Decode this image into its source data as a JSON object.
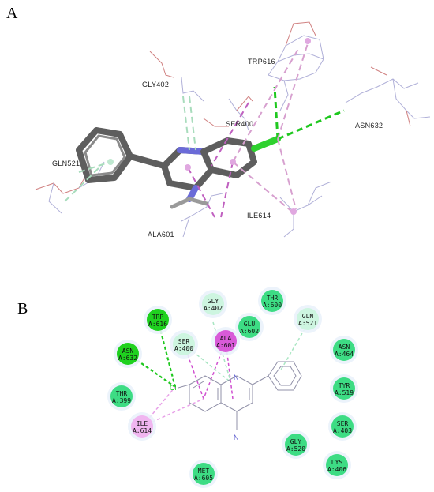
{
  "panel_a": {
    "letter": "A",
    "residues": [
      {
        "id": "gly402",
        "label": "GLY402"
      },
      {
        "id": "trp616",
        "label": "TRP616"
      },
      {
        "id": "ser400",
        "label": "SER400"
      },
      {
        "id": "asn632",
        "label": "ASN632"
      },
      {
        "id": "gln521",
        "label": "GLN521"
      },
      {
        "id": "ile614",
        "label": "ILE614"
      },
      {
        "id": "ala601",
        "label": "ALA601"
      }
    ]
  },
  "panel_b": {
    "letter": "B",
    "colors": {
      "vdw": "#3ddc84",
      "hbond": "#1fd11f",
      "carbon_h": "#cdf5e0",
      "pi_alkyl": "#f0b6f0",
      "pi_sigma": "#d85ad8"
    },
    "residues": [
      {
        "id": "trp616",
        "line1": "TRP",
        "line2": "A:616",
        "type": "hbond"
      },
      {
        "id": "gly402",
        "line1": "GLY",
        "line2": "A:402",
        "type": "carbon_h"
      },
      {
        "id": "thr600",
        "line1": "THR",
        "line2": "A:600",
        "type": "vdw"
      },
      {
        "id": "gln521",
        "line1": "GLN",
        "line2": "A:521",
        "type": "carbon_h"
      },
      {
        "id": "glu602",
        "line1": "GLU",
        "line2": "A:602",
        "type": "vdw"
      },
      {
        "id": "ser400",
        "line1": "SER",
        "line2": "A:400",
        "type": "carbon_h"
      },
      {
        "id": "ala601",
        "line1": "ALA",
        "line2": "A:601",
        "type": "pi_sigma"
      },
      {
        "id": "asn632",
        "line1": "ASN",
        "line2": "A:632",
        "type": "hbond"
      },
      {
        "id": "asn464",
        "line1": "ASN",
        "line2": "A:464",
        "type": "vdw"
      },
      {
        "id": "thr399",
        "line1": "THR",
        "line2": "A:399",
        "type": "vdw"
      },
      {
        "id": "tyr519",
        "line1": "TYR",
        "line2": "A:519",
        "type": "vdw"
      },
      {
        "id": "ile614",
        "line1": "ILE",
        "line2": "A:614",
        "type": "pi_alkyl"
      },
      {
        "id": "ser403",
        "line1": "SER",
        "line2": "A:403",
        "type": "vdw"
      },
      {
        "id": "gly520",
        "line1": "GLY",
        "line2": "A:520",
        "type": "vdw"
      },
      {
        "id": "lys406",
        "line1": "LYS",
        "line2": "A:406",
        "type": "vdw"
      },
      {
        "id": "met605",
        "line1": "MET",
        "line2": "A:605",
        "type": "vdw"
      }
    ],
    "atoms": {
      "cl": "Cl",
      "n_ring": "N",
      "n_amine": "N"
    }
  }
}
